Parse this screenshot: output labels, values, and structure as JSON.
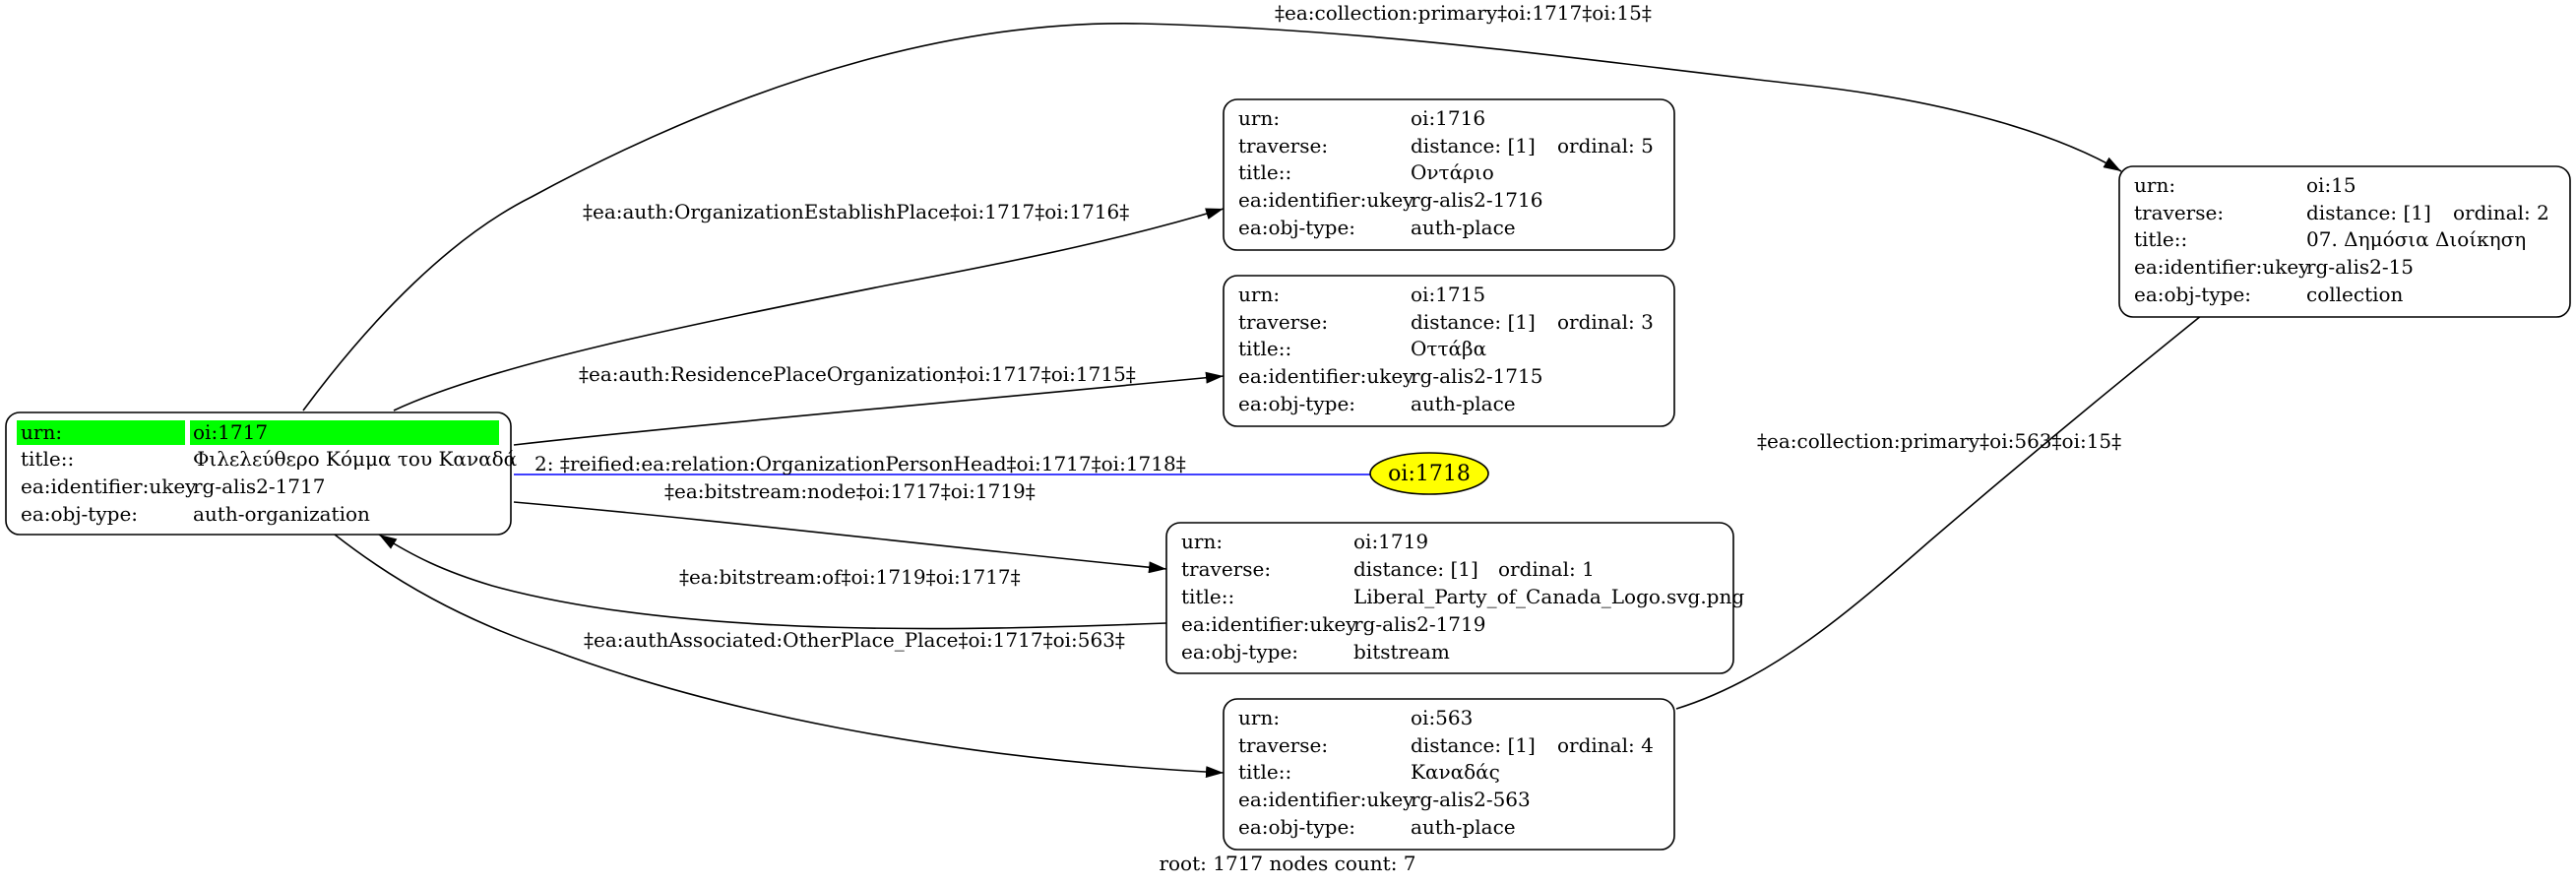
{
  "footer": "root: 1717 nodes count: 7",
  "colors": {
    "root_highlight": "#00ff00",
    "reified_edge": "#0000ff",
    "ellipse_fill": "#ffff00",
    "edge": "#000000"
  },
  "nodes": {
    "n1717": {
      "rows": [
        {
          "key": "urn:",
          "value": "oi:1717"
        },
        {
          "key": "title::",
          "value": "Φιλελεύθερο Κόμμα του Καναδά"
        },
        {
          "key": "ea:identifier:ukey",
          "value": "rg-alis2-1717"
        },
        {
          "key": "ea:obj-type:",
          "value": "auth-organization"
        }
      ]
    },
    "n1716": {
      "rows": [
        {
          "key": "urn:",
          "value": "oi:1716"
        },
        {
          "key": "traverse:",
          "value": "distance: [1]",
          "extra": "ordinal: 5"
        },
        {
          "key": "title::",
          "value": "Οντάριο"
        },
        {
          "key": "ea:identifier:ukey",
          "value": "rg-alis2-1716"
        },
        {
          "key": "ea:obj-type:",
          "value": "auth-place"
        }
      ]
    },
    "n1715": {
      "rows": [
        {
          "key": "urn:",
          "value": "oi:1715"
        },
        {
          "key": "traverse:",
          "value": "distance: [1]",
          "extra": "ordinal: 3"
        },
        {
          "key": "title::",
          "value": "Οττάβα"
        },
        {
          "key": "ea:identifier:ukey",
          "value": "rg-alis2-1715"
        },
        {
          "key": "ea:obj-type:",
          "value": "auth-place"
        }
      ]
    },
    "n1718": {
      "label": "oi:1718"
    },
    "n1719": {
      "rows": [
        {
          "key": "urn:",
          "value": "oi:1719"
        },
        {
          "key": "traverse:",
          "value": "distance: [1]",
          "extra": "ordinal: 1"
        },
        {
          "key": "title::",
          "value": "Liberal_Party_of_Canada_Logo.svg.png"
        },
        {
          "key": "ea:identifier:ukey",
          "value": "rg-alis2-1719"
        },
        {
          "key": "ea:obj-type:",
          "value": "bitstream"
        }
      ]
    },
    "n563": {
      "rows": [
        {
          "key": "urn:",
          "value": "oi:563"
        },
        {
          "key": "traverse:",
          "value": "distance: [1]",
          "extra": "ordinal: 4"
        },
        {
          "key": "title::",
          "value": "Καναδάς"
        },
        {
          "key": "ea:identifier:ukey",
          "value": "rg-alis2-563"
        },
        {
          "key": "ea:obj-type:",
          "value": "auth-place"
        }
      ]
    },
    "n15": {
      "rows": [
        {
          "key": "urn:",
          "value": "oi:15"
        },
        {
          "key": "traverse:",
          "value": "distance: [1]",
          "extra": "ordinal: 2"
        },
        {
          "key": "title::",
          "value": "07. Δημόσια Διοίκηση"
        },
        {
          "key": "ea:identifier:ukey",
          "value": "rg-alis2-15"
        },
        {
          "key": "ea:obj-type:",
          "value": "collection"
        }
      ]
    }
  },
  "edges": {
    "e_1717_15": "‡ea:collection:primary‡oi:1717‡oi:15‡",
    "e_1717_1716": "‡ea:auth:OrganizationEstablishPlace‡oi:1717‡oi:1716‡",
    "e_1717_1715": "‡ea:auth:ResidencePlaceOrganization‡oi:1717‡oi:1715‡",
    "e_1717_1718": "2: ‡reified:ea:relation:OrganizationPersonHead‡oi:1717‡oi:1718‡",
    "e_1717_1719": "‡ea:bitstream:node‡oi:1717‡oi:1719‡",
    "e_1719_1717": "‡ea:bitstream:of‡oi:1719‡oi:1717‡",
    "e_1717_563": "‡ea:authAssociated:OtherPlace_Place‡oi:1717‡oi:563‡",
    "e_563_15": "‡ea:collection:primary‡oi:563‡oi:15‡"
  }
}
